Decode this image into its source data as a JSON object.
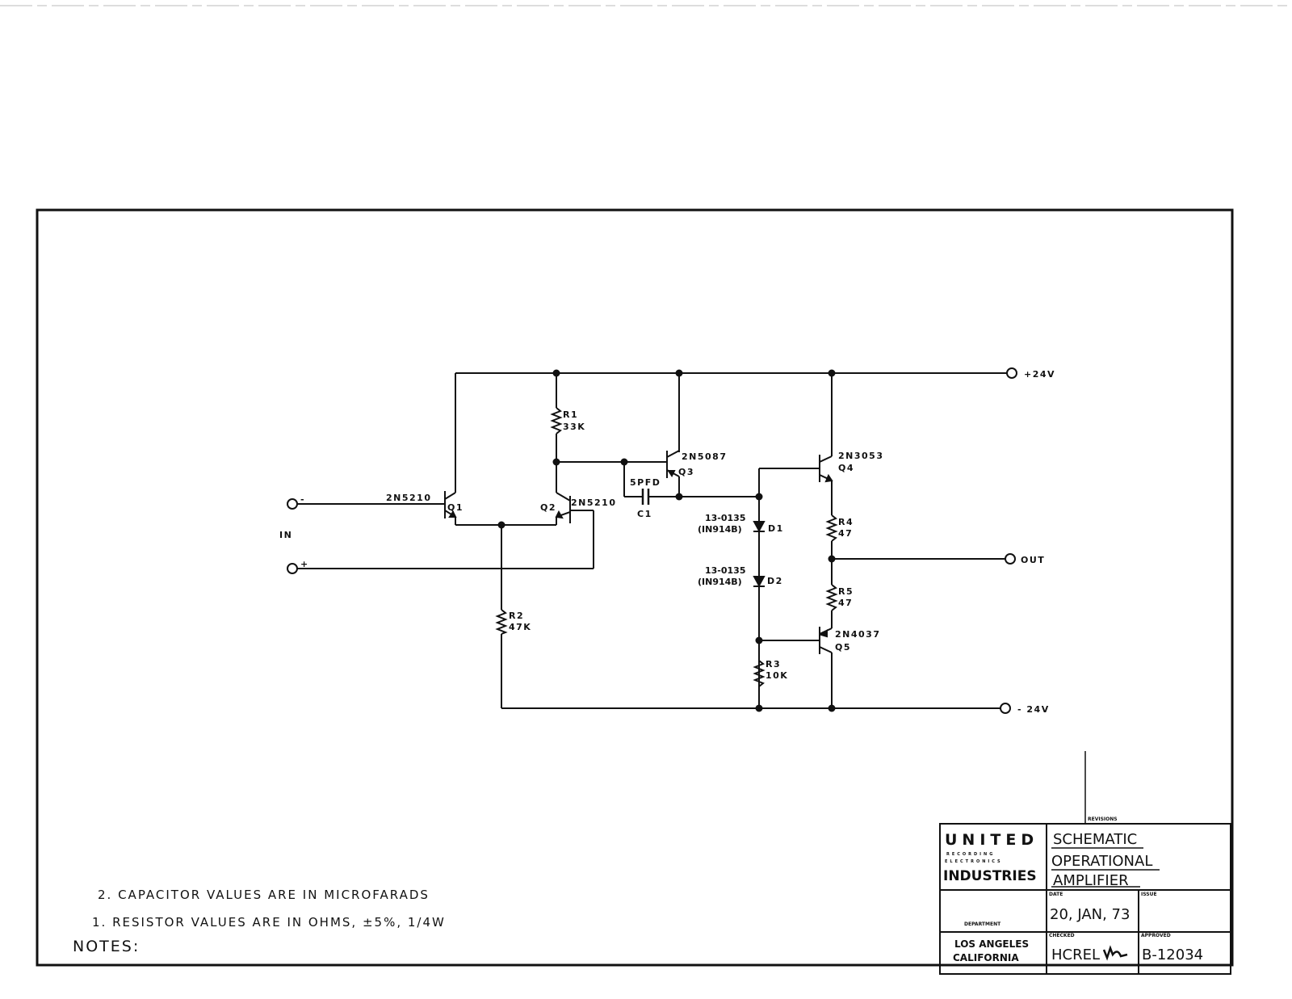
{
  "schematic": {
    "rails": {
      "positive": "+24V",
      "negative": "- 24V",
      "output": "OUT"
    },
    "inputs": {
      "inverting": "-",
      "non_inverting": "+",
      "label": "IN"
    },
    "transistors": [
      {
        "ref": "Q1",
        "part": "2N5210"
      },
      {
        "ref": "Q2",
        "part": "2N5210"
      },
      {
        "ref": "Q3",
        "part": "2N5087"
      },
      {
        "ref": "Q4",
        "part": "2N3053"
      },
      {
        "ref": "Q5",
        "part": "2N4037"
      }
    ],
    "resistors": [
      {
        "ref": "R1",
        "value": "33K"
      },
      {
        "ref": "R2",
        "value": "47K"
      },
      {
        "ref": "R3",
        "value": "10K"
      },
      {
        "ref": "R4",
        "value": "47"
      },
      {
        "ref": "R5",
        "value": "47"
      }
    ],
    "capacitor": {
      "ref": "C1",
      "value": "5PFD"
    },
    "diodes": [
      {
        "ref": "D1",
        "part": "13-0135",
        "alt": "(IN914B)"
      },
      {
        "ref": "D2",
        "part": "13-0135",
        "alt": "(IN914B)"
      }
    ]
  },
  "notes": {
    "heading": "NOTES:",
    "items": [
      "1. RESISTOR VALUES ARE IN OHMS, ±5%, 1/4W",
      "2. CAPACITOR VALUES ARE IN MICROFARADS"
    ]
  },
  "title_block": {
    "company_line1": "UNITED",
    "company_line2": "RECORDING",
    "company_line3": "ELECTRONICS",
    "company_line4": "INDUSTRIES",
    "title_line1": "SCHEMATIC",
    "title_line2": "OPERATIONAL",
    "title_line3": "AMPLIFIER",
    "revisions_label": "REVISIONS",
    "date_label": "DATE",
    "date_value": "20, JAN, 73",
    "issue_label": "ISSUE",
    "department_label": "DEPARTMENT",
    "location_line1": "LOS ANGELES",
    "location_line2": "CALIFORNIA",
    "checked_label": "CHECKED",
    "checked_value": "HCREL",
    "approved_label": "APPROVED",
    "drawing_number": "B-12034"
  }
}
